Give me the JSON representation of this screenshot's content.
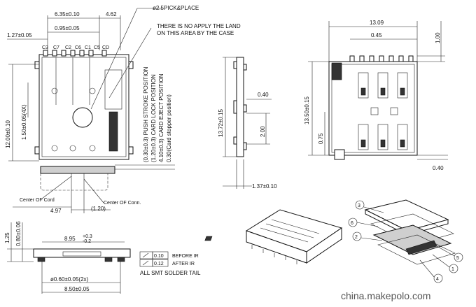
{
  "top_view": {
    "dim_top_width": "6.35±0.10",
    "dim_right_offset": "4.62",
    "dim_inner_width": "0.95±0.05",
    "dim_left_pad": "1.27±0.05",
    "pin_labels": [
      "C3",
      "C7",
      "C2",
      "C6",
      "C1",
      "C5",
      "CD"
    ],
    "dim_height_total": "12.00±0.10",
    "dim_pitch": "1.50±0.05(4X)",
    "pick_note": "ø2.5PICK&PLACE",
    "land_note_line1": "THERE IS NO APPLY THE LAND",
    "land_note_line2": "ON THIS AREA BY THE CASE",
    "positions": [
      "(0.30±0.3) PUSH STROKE POSITION",
      "(1.20±0.3) CARD LOCK POSITION",
      "4.10±0.3) CARD EJECT POSITION",
      "0.30(Card stopper position)"
    ],
    "center_card": "Center OF Cord",
    "center_conn": "Center OF Conn.",
    "dim_bottom_left": "4.97",
    "dim_bottom_small": "(1.20)"
  },
  "side_view": {
    "dim_height": "13.72±0.15",
    "dim_tab": "0.40",
    "dim_mid": "2.00",
    "dim_thickness": "1.37±0.10"
  },
  "right_view": {
    "dim_width": "13.09",
    "dim_small": "0.45",
    "dim_top_right": "1.00",
    "dim_height": "13.50±0.15",
    "dim_left_low": "0.75",
    "dim_bottom_right": "0.40"
  },
  "front_view": {
    "dim_h1": "1.25",
    "dim_h2": "0.80±0.06",
    "dim_width": "8.95",
    "dim_width_tol_top": "+0.3",
    "dim_width_tol_bottom": "-0.2",
    "dim_hole": "ø0.60±0.05(2x)",
    "dim_base": "8.50±0.05"
  },
  "flatness": {
    "val_before": "0.10",
    "label_before": "BEFORE IR",
    "val_after": "0.12",
    "label_after": "AFTER IR",
    "note": "ALL SMT SOLDER TAIL"
  },
  "exploded_view": {
    "callouts": [
      "1",
      "2",
      "3",
      "4",
      "5",
      "6"
    ]
  },
  "watermark": "china.makepolo.com"
}
